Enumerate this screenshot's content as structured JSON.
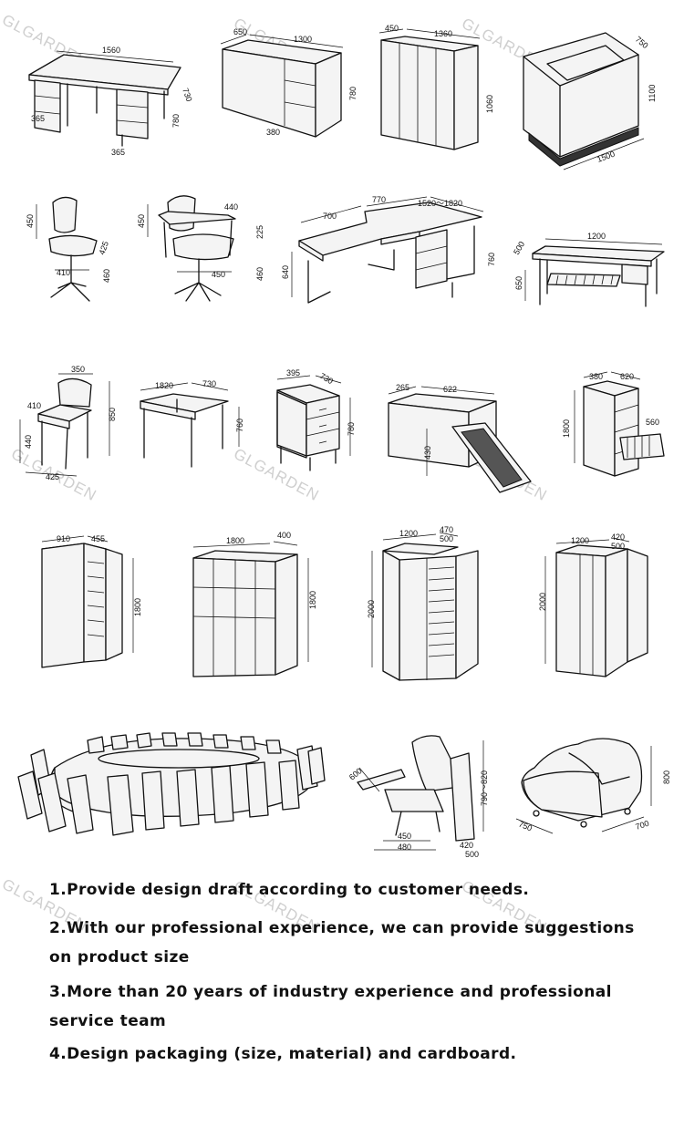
{
  "watermark": "GLGARDEN",
  "colors": {
    "background": "#ffffff",
    "line": "#111111",
    "watermark": "#cfcfcf"
  },
  "row1": {
    "desk": {
      "d1": "1560",
      "d2": "730",
      "d3": "780",
      "d4": "365",
      "d5": "365"
    },
    "desk2": {
      "d1": "650",
      "d2": "1300",
      "d3": "780",
      "d4": "380"
    },
    "cabinet": {
      "d1": "450",
      "d2": "1360",
      "d3": "1060"
    },
    "reception": {
      "d1": "750",
      "d2": "1100",
      "d3": "1500"
    }
  },
  "row2": {
    "chair1": {
      "d1": "450",
      "d2": "425",
      "d3": "410",
      "d4": "460"
    },
    "chair2": {
      "d1": "450",
      "d2": "440",
      "d3": "225",
      "d4": "460",
      "d5": "450"
    },
    "ldesk": {
      "d1": "700",
      "d2": "770",
      "d3": "1520～1820",
      "d4": "640",
      "d5": "760"
    },
    "table": {
      "d1": "1200",
      "d2": "500",
      "d3": "650"
    }
  },
  "row3": {
    "chair": {
      "d1": "350",
      "d2": "850",
      "d3": "410",
      "d4": "440",
      "d5": "425"
    },
    "table": {
      "d1": "1820",
      "d2": "730",
      "d3": "760"
    },
    "drawers": {
      "d1": "395",
      "d2": "730",
      "d3": "780"
    },
    "filebox": {
      "d1": "265",
      "d2": "622",
      "d3": "430"
    },
    "filecab": {
      "d1": "380",
      "d2": "620",
      "d3": "1800",
      "d4": "560"
    }
  },
  "row4": {
    "locker": {
      "d1": "910",
      "d2": "455",
      "d3": "1800"
    },
    "bookcase": {
      "d1": "1800",
      "d2": "400",
      "d3": "1800"
    },
    "wardrobe1": {
      "d1": "1200",
      "d2": "470",
      "d3": "500",
      "d4": "2000"
    },
    "wardrobe2": {
      "d1": "1200",
      "d2": "420",
      "d3": "500",
      "d4": "2000"
    }
  },
  "row5": {
    "armchair": {
      "d1": "600",
      "d2": "790～820",
      "d3": "450",
      "d4": "480",
      "d5": "420",
      "d6": "500"
    },
    "sofa": {
      "d1": "750",
      "d2": "800",
      "d3": "700"
    }
  },
  "notes": [
    "1.Provide design draft according to customer needs.",
    "2.With our professional experience, we can provide suggestions on product size",
    "3.More than 20 years of industry experience and professional service team",
    "4.Design packaging (size, material) and cardboard."
  ]
}
